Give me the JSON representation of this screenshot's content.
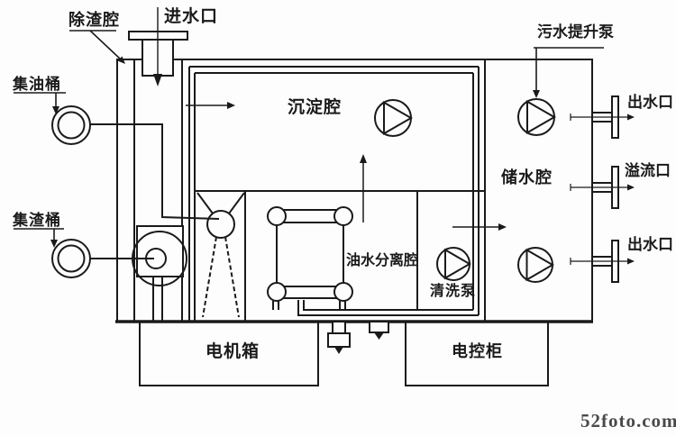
{
  "diagram": {
    "type": "equipment-schematic",
    "subject": "oil-water separator unit line drawing",
    "labels": {
      "slag_removal_chamber": "除渣腔",
      "water_inlet": "进水口",
      "oil_collection_barrel": "集油桶",
      "slag_collection_barrel": "集渣桶",
      "sedimentation_chamber": "沉淀腔",
      "sewage_lift_pump": "污水提升泵",
      "water_outlet_top": "出水口",
      "overflow_port": "溢流口",
      "water_outlet_bottom": "出水口",
      "water_storage_chamber": "储水腔",
      "oil_water_separation_chamber": "油水分离腔",
      "cleaning_pump": "清洗泵",
      "motor_box": "电机箱",
      "electric_control_cabinet": "电控柜"
    },
    "watermark": "52foto.com",
    "icons": {
      "pump-icon": "circle with inscribed right-pointing triangle",
      "flange-icon": "pipe stub with tall flange plate",
      "barrel-icon": "double concentric circle (top view)",
      "arrow-icon": "flow direction arrow"
    },
    "colors": {
      "line": "#1a1a1a",
      "background": "#fdfdfd",
      "watermark": "#4a4a4a"
    }
  }
}
